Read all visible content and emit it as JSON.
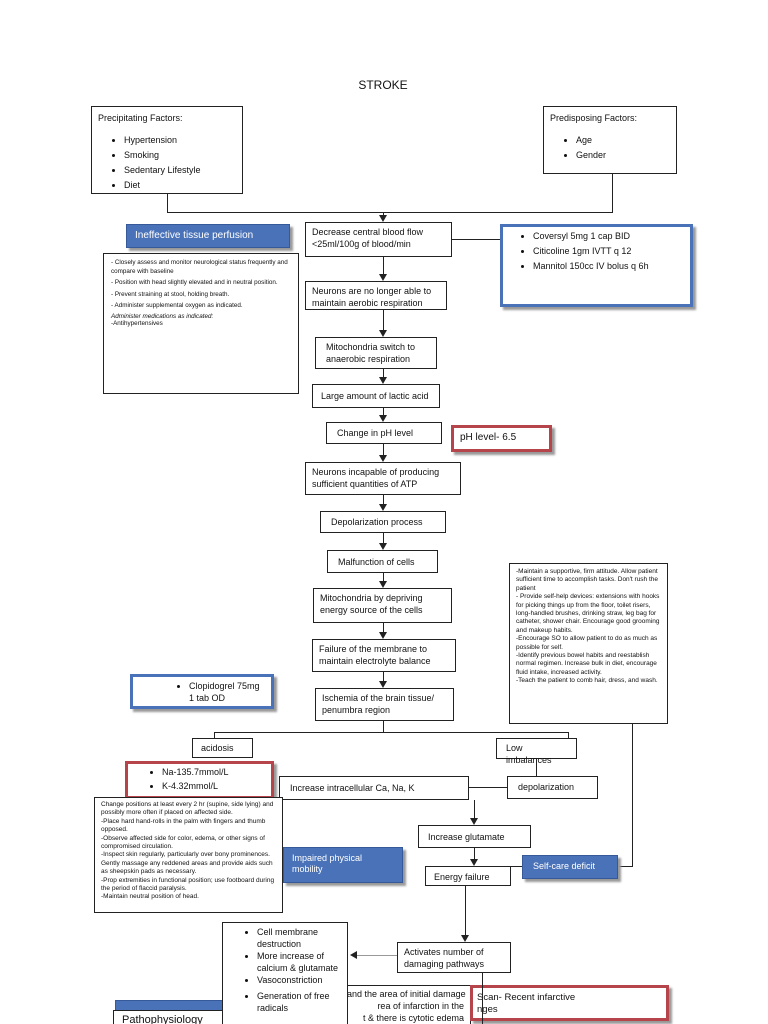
{
  "title": "STROKE",
  "precipitating": {
    "heading": "Precipitating Factors:",
    "items": [
      "Hypertension",
      "Smoking",
      "Sedentary Lifestyle",
      "Diet"
    ]
  },
  "predisposing": {
    "heading": "Predisposing Factors:",
    "items": [
      "Age",
      "Gender"
    ]
  },
  "flow": {
    "decrease": "Decrease central blood flow <25ml/100g of blood/min",
    "neurons": "Neurons are no longer able to maintain aerobic respiration",
    "mito_switch": "Mitochondria switch to anaerobic respiration",
    "lactic": "Large amount of lactic acid",
    "ph": "Change in pH level",
    "atp": "Neurons incapable of producing sufficient quantities of ATP",
    "depol": "Depolarization process",
    "malfunction": "Malfunction of cells",
    "mito_deprive": "Mitochondria by depriving energy source of the cells",
    "membrane": "Failure of the membrane to maintain electrolyte balance",
    "ischemia": "Ischemia of the brain tissue/ penumbra region",
    "acidosis": "acidosis",
    "low_imb": "Low imbalances",
    "intracellular": "Increase intracellular Ca, Na, K",
    "depolarization": "depolarization",
    "glutamate": "Increase glutamate",
    "energy": "Energy failure",
    "activates": "Activates number of damaging pathways",
    "cell_items": [
      "Cell membrane destruction",
      "More increase of calcium & glutamate",
      "Vasoconstriction",
      "Generation of free radicals"
    ],
    "bottom_partial": [
      "and the area of initial damage",
      "rea of infarction in the",
      "t & there is cytotic edema"
    ]
  },
  "nursing_dx": {
    "perfusion": "Ineffective tissue perfusion",
    "mobility": "Impaired physical mobility",
    "selfcare": "Self-care deficit",
    "patho": "Pathophysiology"
  },
  "meds": {
    "main": [
      "Coversyl 5mg 1 cap BID",
      "Citicoline 1gm IVTT q 12",
      "Mannitol 150cc IV bolus q 6h"
    ],
    "clopidogrel": "Clopidogrel 75mg 1 tab OD"
  },
  "labs": {
    "ph": "pH level- 6.5",
    "electrolytes": [
      "Na-135.7mmol/L",
      "K-4.32mmol/L"
    ],
    "scan": [
      "Scan- Recent infarctive",
      "nges"
    ]
  },
  "interventions": {
    "perfusion": [
      "- Closely assess and monitor neurological status frequently and compare with baseline",
      "- Position with head slightly elevated and in neutral position.",
      "- Prevent straining at stool, holding breath.",
      "- Administer supplemental oxygen as indicated."
    ],
    "perfusion_meds": "Administer medications as indicated:",
    "perfusion_meds_item": "-Antihypertensives",
    "selfcare": "-Maintain a supportive, firm attitude. Allow patient sufficient time to accomplish tasks. Don't rush the patient\n- Provide self-help devices: extensions with hooks for picking things up from the floor, toilet risers, long-handled brushes, drinking straw, leg bag for catheter, shower chair. Encourage good grooming and makeup habits.\n-Encourage SO to allow patient to do as much as possible for self.\n-Identify previous bowel habits and reestablish normal regimen. Increase bulk in diet, encourage fluid intake, increased activity.\n-Teach the patient to comb hair, dress, and wash.",
    "mobility": "Change positions at least every 2 hr (supine, side lying) and possibly more often if placed on affected side.\n-Place hard hand-rolls in the palm with fingers and thumb opposed.\n-Observe affected side for color, edema, or other signs of compromised circulation.\n-Inspect skin regularly, particularly over bony prominences. Gently massage any reddened areas and provide aids such as sheepskin pads as necessary.\n-Prop extremities in functional position; use footboard during the period of flaccid paralysis.\n-Maintain neutral position of head."
  },
  "colors": {
    "blue": "#4a72b8",
    "red": "#b5444b"
  }
}
